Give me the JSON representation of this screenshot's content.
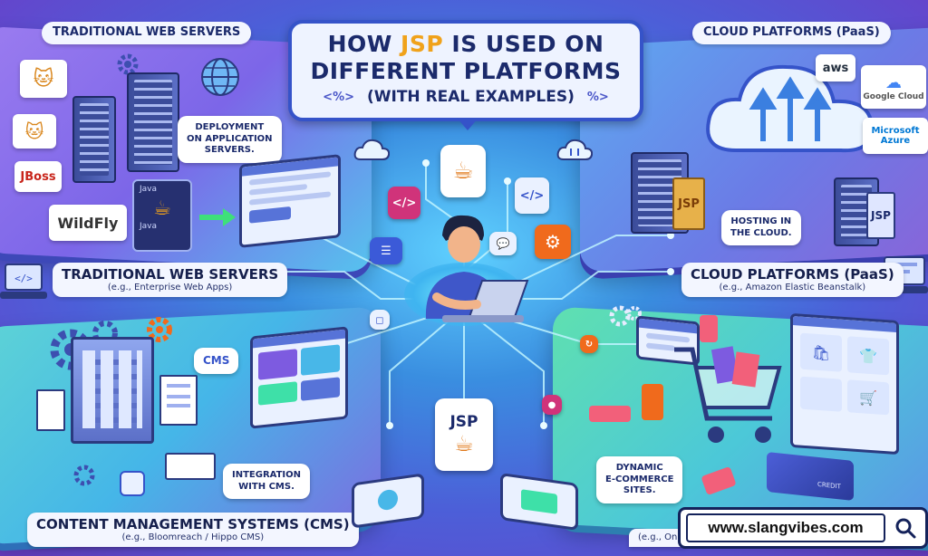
{
  "title": {
    "line1_pre": "HOW ",
    "line1_hl": "JSP",
    "line1_post": " IS USED ON",
    "line2": "DIFFERENT PLATFORMS",
    "sub_marker_left": "<%>",
    "sub": "(WITH REAL EXAMPLES)",
    "sub_marker_right": "%>"
  },
  "top_left": {
    "header": "TRADITIONAL WEB SERVERS",
    "bubble_line1": "DEPLOYMENT",
    "bubble_line2": "ON APPLICATION",
    "bubble_line3": "SERVERS.",
    "logo_jboss": "JBoss",
    "logo_wildfly": "WildFly",
    "code_label_1": "Java",
    "code_label_2": "Java",
    "caption_main": "TRADITIONAL WEB SERVERS",
    "caption_example": "(e.g., Enterprise Web Apps)"
  },
  "top_right": {
    "header": "CLOUD PLATFORMS (PaaS)",
    "logo_aws": "aws",
    "logo_google": "Google Cloud",
    "logo_azure_1": "Microsoft",
    "logo_azure_2": "Azure",
    "server_label_1": "JSP",
    "server_label_2": "JSP",
    "bubble_line1": "HOSTING IN",
    "bubble_line2": "THE CLOUD.",
    "caption_main": "CLOUD PLATFORMS (PaaS)",
    "caption_example": "(e.g., Amazon Elastic Beanstalk)"
  },
  "bottom_left": {
    "cms_badge": "CMS",
    "bubble_line1": "INTEGRATION",
    "bubble_line2": "WITH CMS.",
    "caption_main": "CONTENT MANAGEMENT SYSTEMS (CMS)",
    "caption_example": "(e.g., Bloomreach / Hippo CMS)"
  },
  "bottom_right": {
    "bubble_line1": "DYNAMIC",
    "bubble_line2": "E-COMMERCE",
    "bubble_line3": "SITES.",
    "caption_example": "(e.g., On",
    "card_label": "CREDIT"
  },
  "center": {
    "jsp_card": "JSP",
    "code_tile_1": "</>",
    "code_tile_2": "</>"
  },
  "watermark": {
    "url": "www.slangvibes.com"
  },
  "colors": {
    "title_accent": "#f0a21b",
    "navy": "#1b2a6b",
    "bg_center": "#5fd1ff",
    "bg_edge": "#6a3fc9"
  }
}
